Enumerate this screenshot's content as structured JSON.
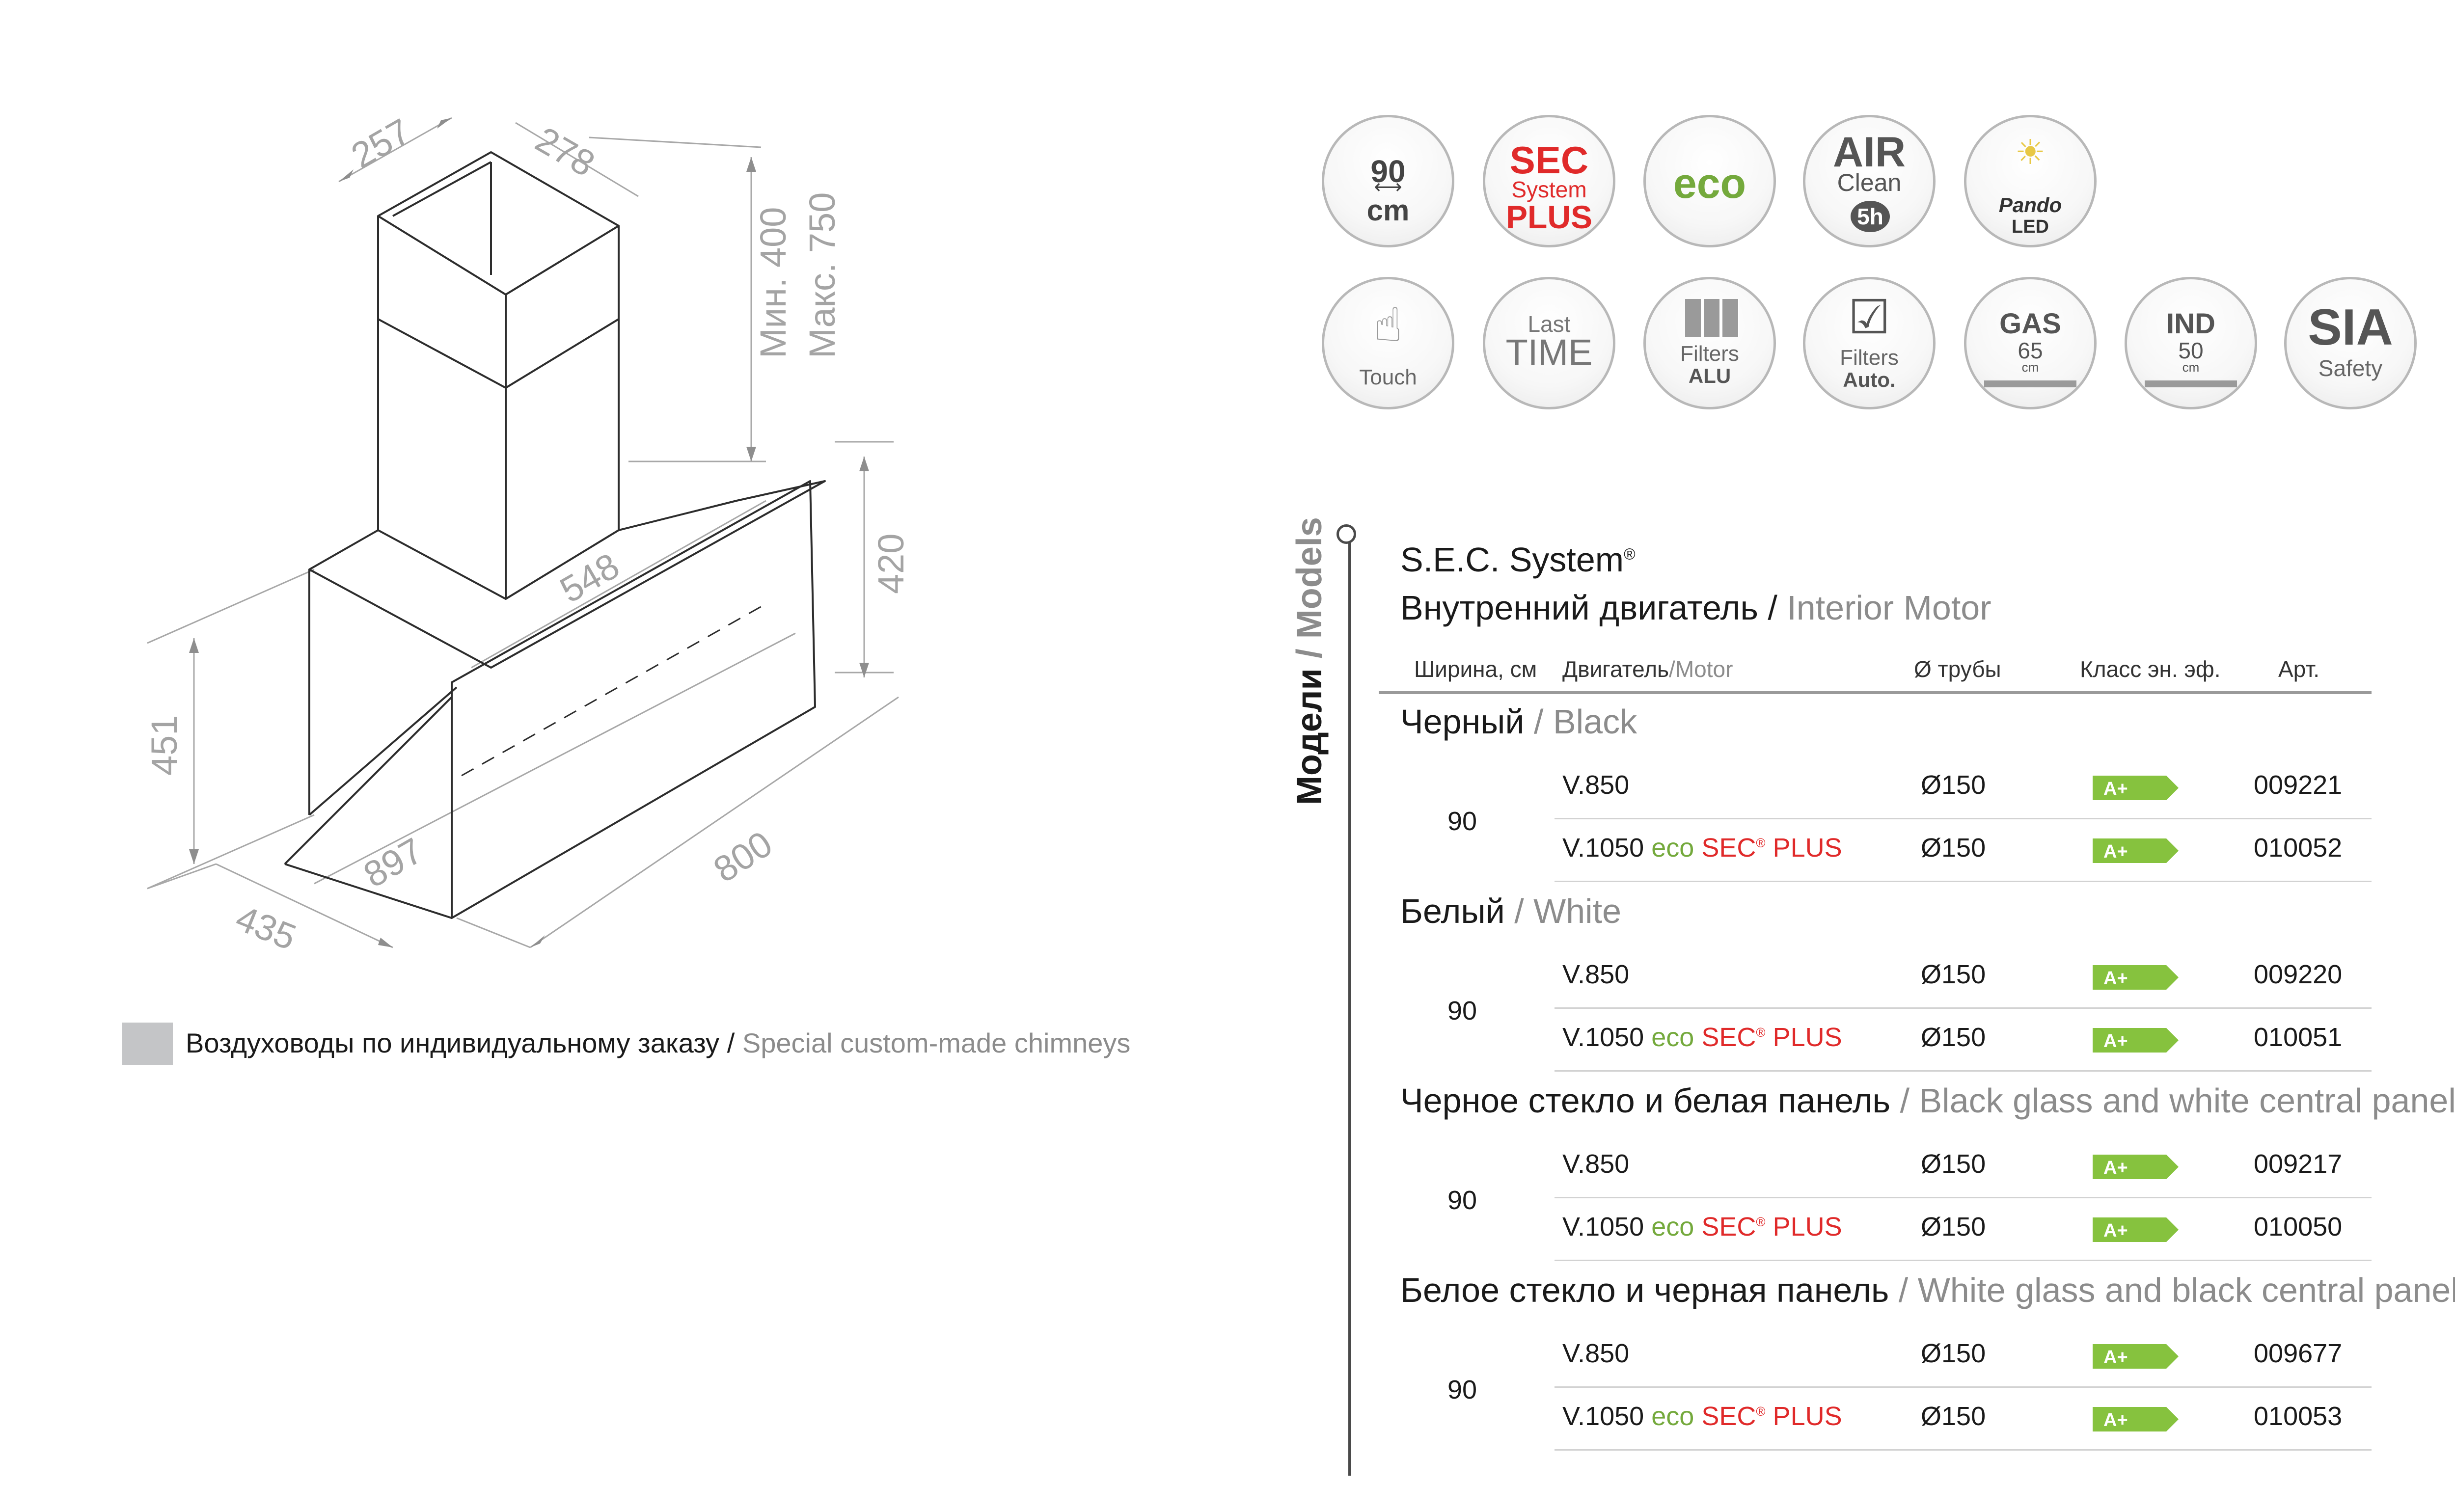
{
  "dims": {
    "d257": "257",
    "d278": "278",
    "d400": "Мин. 400",
    "d750": "Макс. 750",
    "d548": "548",
    "d420": "420",
    "d451": "451",
    "d897": "897",
    "d435": "435",
    "d800": "800"
  },
  "legend": {
    "ru": "Воздуховоды по индивидуальному заказу",
    "sep": " / ",
    "en": "Special custom-made chimneys"
  },
  "icons": {
    "width": {
      "num": "90",
      "unit": "cm"
    },
    "sec": {
      "l1": "SEC",
      "l2": "System",
      "l3": "PLUS"
    },
    "eco": "eco",
    "air": {
      "l1": "AIR",
      "l2": "Clean",
      "l3": "5h"
    },
    "pando": {
      "l1": "Pando",
      "l2": "LED"
    },
    "touch": "Touch",
    "lasttime": {
      "l1": "Last",
      "l2": "TIME"
    },
    "filtersalu": {
      "l1": "Filters",
      "l2": "ALU"
    },
    "filtersauto": {
      "l1": "Filters",
      "l2": "Auto."
    },
    "gas": {
      "l1": "GAS",
      "l2": "65",
      "l3": "cm"
    },
    "ind": {
      "l1": "IND",
      "l2": "50",
      "l3": "cm"
    },
    "sia": {
      "l1": "SIA",
      "l2": "Safety"
    }
  },
  "colors": {
    "green": "#74a93c",
    "red": "#e02a2a",
    "grey": "#8c8c8c",
    "badge": "#86c23e"
  },
  "side_label": {
    "ru": "Модели",
    "sep": " / ",
    "en": "Models"
  },
  "title": {
    "line1": "S.E.C. System",
    "reg": "®",
    "line2_ru": "Внутренний двигатель",
    "sep": " / ",
    "line2_en": "Interior Motor"
  },
  "columns": {
    "width": "Ширина, см",
    "motor_ru": "Двигатель",
    "motor_sep": "/",
    "motor_en": "Motor",
    "pipe": "Ø трубы",
    "energy": "Класс эн. эф.",
    "art": "Арт."
  },
  "sections": [
    {
      "title_ru": "Черный",
      "sep": " / ",
      "title_en": "Black",
      "width": "90",
      "rows": [
        {
          "motor": "V.850",
          "pipe": "Ø150",
          "energy": "A+",
          "art": "009221"
        },
        {
          "motor": "V.1050",
          "eco": "eco",
          "sec": "SEC",
          "reg": "®",
          "plus": "PLUS",
          "pipe": "Ø150",
          "energy": "A+",
          "art": "010052"
        }
      ]
    },
    {
      "title_ru": "Белый",
      "sep": " / ",
      "title_en": "White",
      "width": "90",
      "rows": [
        {
          "motor": "V.850",
          "pipe": "Ø150",
          "energy": "A+",
          "art": "009220"
        },
        {
          "motor": "V.1050",
          "eco": "eco",
          "sec": "SEC",
          "reg": "®",
          "plus": "PLUS",
          "pipe": "Ø150",
          "energy": "A+",
          "art": "010051"
        }
      ]
    },
    {
      "title_ru": "Черное стекло и белая панель",
      "sep": " / ",
      "title_en": "Black glass and white central panel",
      "width": "90",
      "rows": [
        {
          "motor": "V.850",
          "pipe": "Ø150",
          "energy": "A+",
          "art": "009217"
        },
        {
          "motor": "V.1050",
          "eco": "eco",
          "sec": "SEC",
          "reg": "®",
          "plus": "PLUS",
          "pipe": "Ø150",
          "energy": "A+",
          "art": "010050"
        }
      ]
    },
    {
      "title_ru": "Белое стекло и черная панель",
      "sep": " / ",
      "title_en": "White glass and black central panel",
      "width": "90",
      "rows": [
        {
          "motor": "V.850",
          "pipe": "Ø150",
          "energy": "A+",
          "art": "009677"
        },
        {
          "motor": "V.1050",
          "eco": "eco",
          "sec": "SEC",
          "reg": "®",
          "plus": "PLUS",
          "pipe": "Ø150",
          "energy": "A+",
          "art": "010053"
        }
      ]
    }
  ]
}
